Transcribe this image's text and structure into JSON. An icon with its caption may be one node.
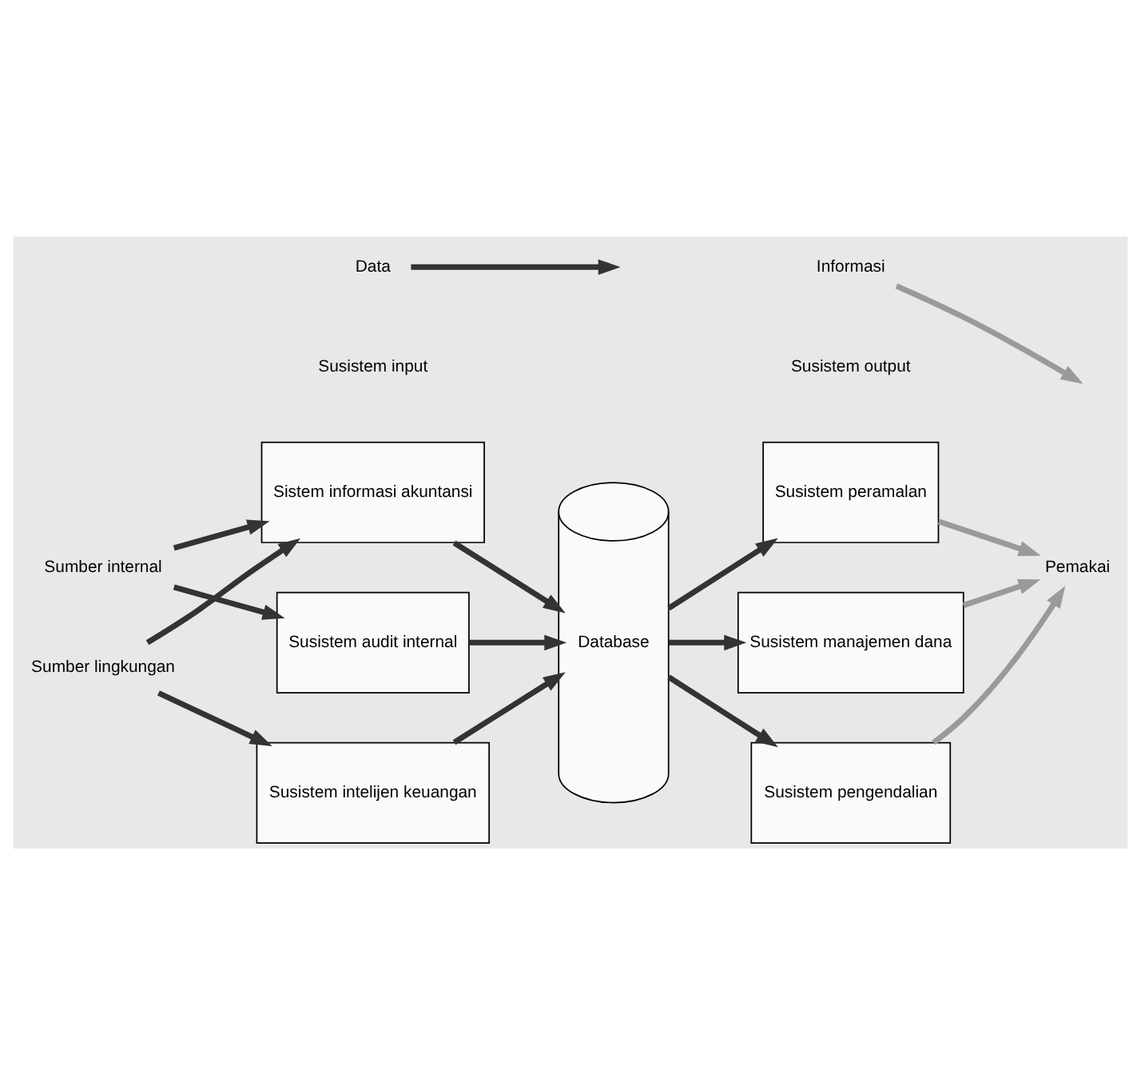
{
  "diagram": {
    "nodes": [
      {
        "text": [
          "Sistem informasi akuntansi"
        ]
      },
      {
        "text": [
          "Susistem audit internal"
        ]
      },
      {
        "text": [
          "Susistem intelijen keuangan"
        ]
      },
      {
        "text": [
          "Database"
        ]
      },
      {
        "text": [
          "Susistem peramalan"
        ]
      },
      {
        "text": [
          "Susistem manajemen dana"
        ]
      },
      {
        "text": [
          "Susistem pengendalian"
        ]
      },
      {
        "text": [
          "Pemakai"
        ]
      },
      {
        "text": [
          "Sumber internal"
        ]
      },
      {
        "text": [
          "Sumber lingkungan"
        ]
      }
    ],
    "edges": [
      {
        "from": 9,
        "to": 0,
        "arrow": "to"
      },
      {
        "from": 8,
        "to": 0,
        "arrow": "to"
      },
      {
        "from": 8,
        "to": 1,
        "arrow": "to"
      },
      {
        "from": 9,
        "to": 2,
        "arrow": "to"
      },
      {
        "from": 0,
        "to": 3,
        "arrow": "to"
      },
      {
        "from": 1,
        "to": 3,
        "arrow": "to"
      },
      {
        "from": 2,
        "to": 3,
        "arrow": "to"
      },
      {
        "from": 3,
        "to": 4,
        "arrow": "to"
      },
      {
        "from": 3,
        "to": 5,
        "arrow": "to"
      },
      {
        "from": 3,
        "to": 6,
        "arrow": "to"
      },
      {
        "from": 4,
        "to": 7,
        "arrow": "to",
        "color": "#9a9a9a"
      },
      {
        "from": 5,
        "to": 7,
        "arrow": "to",
        "color": "#9a9a9a"
      },
      {
        "from": 6,
        "to": 7,
        "arrow": "to",
        "color": "#9a9a9a"
      }
    ],
    "labels": [
      "Susistem input",
      "Susistem output"
    ],
    "legend": [
      {
        "text": "Data"
      },
      {
        "text": "Informasi"
      }
    ]
  }
}
